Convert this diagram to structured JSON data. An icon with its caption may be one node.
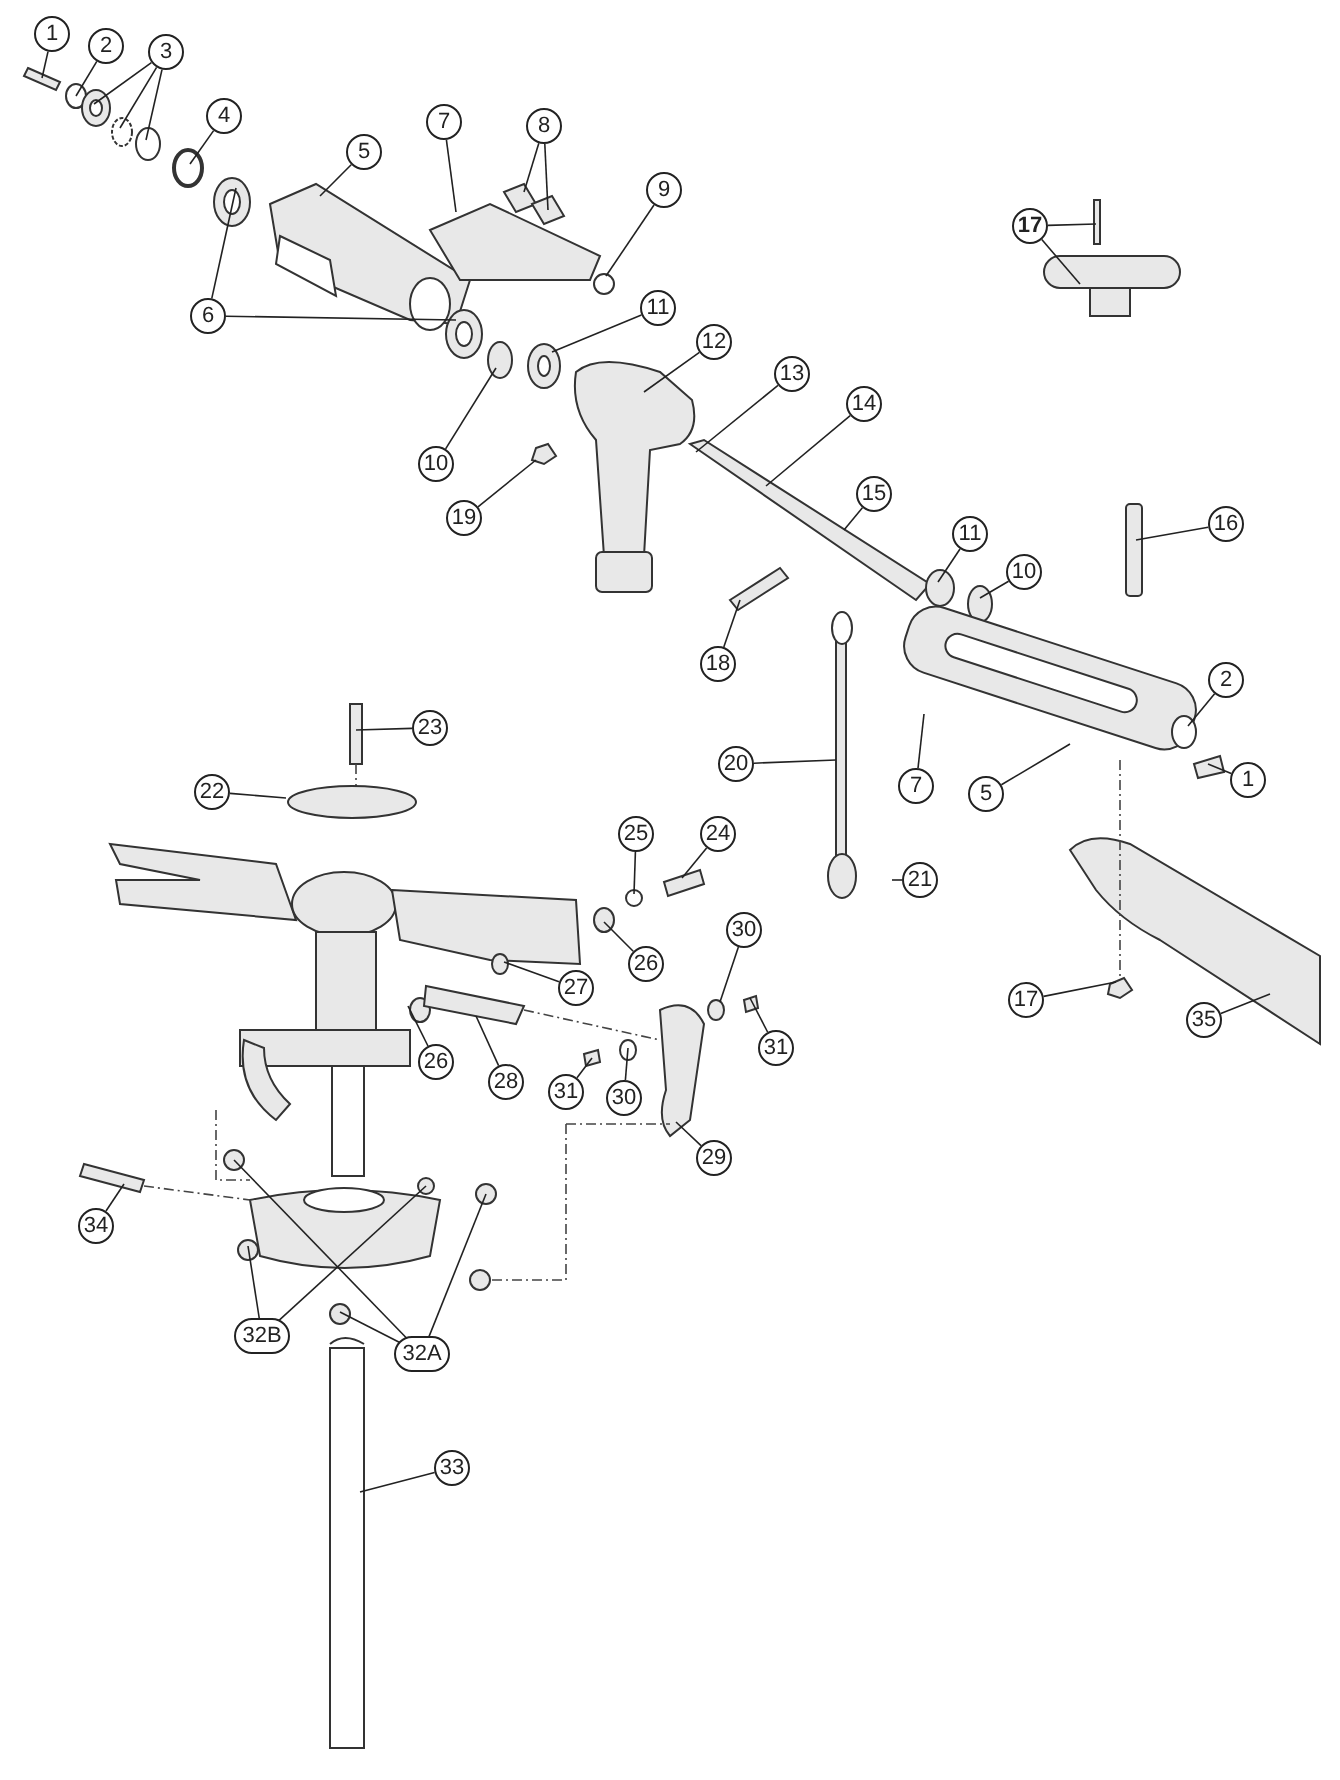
{
  "diagram": {
    "nodes": [
      {
        "text": [
          "1"
        ]
      },
      {
        "text": [
          "2"
        ]
      },
      {
        "text": [
          "3"
        ]
      },
      {
        "text": [
          "4"
        ]
      },
      {
        "text": [
          "7"
        ]
      },
      {
        "text": [
          "8"
        ]
      },
      {
        "text": [
          "5"
        ]
      },
      {
        "text": [
          "9"
        ]
      },
      {
        "text": [
          "17"
        ]
      },
      {
        "text": [
          "11"
        ]
      },
      {
        "text": [
          "6"
        ]
      },
      {
        "text": [
          "12"
        ]
      },
      {
        "text": [
          "13"
        ]
      },
      {
        "text": [
          "14"
        ]
      },
      {
        "text": [
          "10"
        ]
      },
      {
        "text": [
          "15"
        ]
      },
      {
        "text": [
          "19"
        ]
      },
      {
        "text": [
          "16"
        ]
      },
      {
        "text": [
          "11"
        ]
      },
      {
        "text": [
          "10"
        ]
      },
      {
        "text": [
          "18"
        ]
      },
      {
        "text": [
          "2"
        ]
      },
      {
        "text": [
          "23"
        ]
      },
      {
        "text": [
          "20"
        ]
      },
      {
        "text": [
          "1"
        ]
      },
      {
        "text": [
          "7"
        ]
      },
      {
        "text": [
          "22"
        ]
      },
      {
        "text": [
          "5"
        ]
      },
      {
        "text": [
          "25"
        ]
      },
      {
        "text": [
          "24"
        ]
      },
      {
        "text": [
          "21"
        ]
      },
      {
        "text": [
          "30"
        ]
      },
      {
        "text": [
          "26"
        ]
      },
      {
        "text": [
          "27"
        ]
      },
      {
        "text": [
          "17"
        ]
      },
      {
        "text": [
          "35"
        ]
      },
      {
        "text": [
          "31"
        ]
      },
      {
        "text": [
          "26"
        ]
      },
      {
        "text": [
          "28"
        ]
      },
      {
        "text": [
          "31"
        ]
      },
      {
        "text": [
          "30"
        ]
      },
      {
        "text": [
          "29"
        ]
      },
      {
        "text": [
          "34"
        ]
      },
      {
        "text": [
          "32B"
        ]
      },
      {
        "text": [
          "32A"
        ]
      },
      {
        "text": [
          "33"
        ]
      }
    ],
    "edges": [
      {
        "from": 0,
        "to": null,
        "arrow": "none"
      },
      {
        "from": 1,
        "to": null,
        "arrow": "none"
      },
      {
        "from": 2,
        "to": null,
        "arrow": "none"
      },
      {
        "from": 2,
        "to": null,
        "arrow": "none"
      },
      {
        "from": 2,
        "to": null,
        "arrow": "none"
      },
      {
        "from": 3,
        "to": null,
        "arrow": "none"
      },
      {
        "from": 4,
        "to": null,
        "arrow": "none"
      },
      {
        "from": 5,
        "to": null,
        "arrow": "none"
      },
      {
        "from": 5,
        "to": null,
        "arrow": "none"
      },
      {
        "from": 6,
        "to": null,
        "arrow": "none"
      },
      {
        "from": 7,
        "to": null,
        "arrow": "none"
      },
      {
        "from": 8,
        "to": null,
        "arrow": "none"
      },
      {
        "from": 8,
        "to": null,
        "arrow": "none"
      },
      {
        "from": 9,
        "to": null,
        "arrow": "none"
      },
      {
        "from": 10,
        "to": null,
        "arrow": "none"
      },
      {
        "from": 10,
        "to": null,
        "arrow": "none"
      },
      {
        "from": 11,
        "to": null,
        "arrow": "none"
      },
      {
        "from": 12,
        "to": null,
        "arrow": "none"
      },
      {
        "from": 13,
        "to": null,
        "arrow": "none"
      },
      {
        "from": 14,
        "to": null,
        "arrow": "none"
      },
      {
        "from": 15,
        "to": null,
        "arrow": "none"
      },
      {
        "from": 16,
        "to": null,
        "arrow": "none"
      },
      {
        "from": 17,
        "to": null,
        "arrow": "none"
      },
      {
        "from": 18,
        "to": null,
        "arrow": "none"
      },
      {
        "from": 19,
        "to": null,
        "arrow": "none"
      },
      {
        "from": 20,
        "to": null,
        "arrow": "none"
      },
      {
        "from": 21,
        "to": null,
        "arrow": "none"
      },
      {
        "from": 22,
        "to": null,
        "arrow": "none"
      },
      {
        "from": 23,
        "to": null,
        "arrow": "none"
      },
      {
        "from": 24,
        "to": null,
        "arrow": "none"
      },
      {
        "from": 25,
        "to": null,
        "arrow": "none"
      },
      {
        "from": 26,
        "to": null,
        "arrow": "none"
      },
      {
        "from": 27,
        "to": null,
        "arrow": "none"
      },
      {
        "from": 28,
        "to": null,
        "arrow": "none"
      },
      {
        "from": 29,
        "to": null,
        "arrow": "none"
      },
      {
        "from": 30,
        "to": null,
        "arrow": "none"
      },
      {
        "from": 31,
        "to": null,
        "arrow": "none"
      },
      {
        "from": 32,
        "to": null,
        "arrow": "none"
      },
      {
        "from": 33,
        "to": null,
        "arrow": "none"
      },
      {
        "from": 34,
        "to": null,
        "arrow": "none"
      },
      {
        "from": 35,
        "to": null,
        "arrow": "none"
      },
      {
        "from": 36,
        "to": null,
        "arrow": "none"
      },
      {
        "from": 37,
        "to": null,
        "arrow": "none"
      },
      {
        "from": 38,
        "to": null,
        "arrow": "none"
      },
      {
        "from": 39,
        "to": null,
        "arrow": "none"
      },
      {
        "from": 40,
        "to": null,
        "arrow": "none"
      },
      {
        "from": 41,
        "to": null,
        "arrow": "none"
      },
      {
        "from": 42,
        "to": null,
        "arrow": "none"
      },
      {
        "from": 43,
        "to": null,
        "arrow": "none"
      },
      {
        "from": 43,
        "to": null,
        "arrow": "none"
      },
      {
        "from": 44,
        "to": null,
        "arrow": "none"
      },
      {
        "from": 44,
        "to": null,
        "arrow": "none"
      },
      {
        "from": 44,
        "to": null,
        "arrow": "none"
      },
      {
        "from": 45,
        "to": null,
        "arrow": "none"
      }
    ]
  }
}
